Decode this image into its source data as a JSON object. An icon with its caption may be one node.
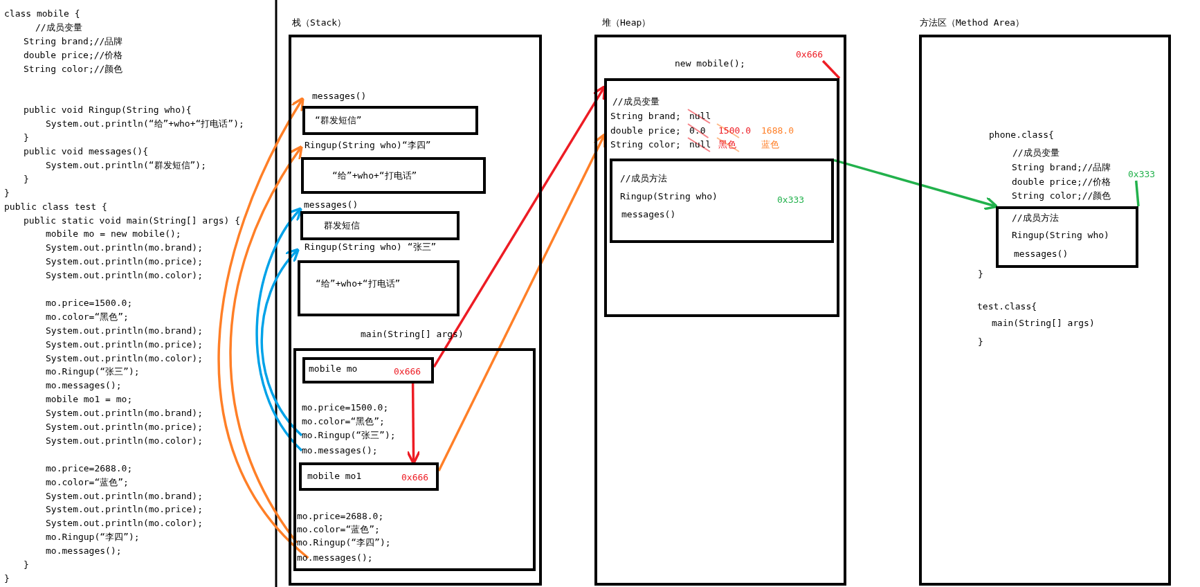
{
  "diagram": {
    "nodes": [
      {
        "text": [
          "栈（Stack）"
        ]
      },
      {
        "text": [
          "messages()",
          "“群发短信”"
        ],
        "in": 0
      },
      {
        "text": [
          "Ringup(String who)“李四”",
          "“给”+who+“打电话”"
        ],
        "in": 0
      },
      {
        "text": [
          "messages()",
          "群发短信"
        ],
        "in": 0
      },
      {
        "text": [
          "Ringup(String who) “张三”",
          "“给”+who+“打电话”"
        ],
        "in": 0
      },
      {
        "text": [
          "main(String[] args)"
        ],
        "in": 0
      },
      {
        "text": [
          "mobile mo",
          "0x666"
        ],
        "in": 5
      },
      {
        "text": [
          "mo.Ringup(“张三”);"
        ],
        "in": 5
      },
      {
        "text": [
          "mo.messages();"
        ],
        "in": 5
      },
      {
        "text": [
          "mobile mo1",
          "0x666"
        ],
        "in": 5
      },
      {
        "text": [
          "mo.Ringup(“李四”);"
        ],
        "in": 5
      },
      {
        "text": [
          "mo.messages();"
        ],
        "in": 5
      },
      {
        "text": [
          "堆（Heap）"
        ]
      },
      {
        "text": [
          "0x666"
        ],
        "in": 12
      },
      {
        "text": [
          "new mobile();",
          "//成员变量",
          "String brand;",
          "double price;",
          "String color;"
        ],
        "in": 12
      },
      {
        "text": [
          "//成员方法",
          "Ringup(String who)",
          "messages()",
          "0x333"
        ],
        "in": 14
      },
      {
        "text": [
          "方法区（Method Area）"
        ]
      },
      {
        "text": [
          "0x333"
        ],
        "in": 16
      },
      {
        "text": [
          "//成员方法",
          "Ringup(String who)",
          "messages()"
        ],
        "in": 16
      }
    ],
    "edges": [
      {
        "from": 6,
        "to": 14,
        "arrow": "to",
        "color": "#ed1c24"
      },
      {
        "from": 6,
        "to": 9,
        "arrow": "to",
        "color": "#ed1c24"
      },
      {
        "from": 9,
        "to": 14,
        "arrow": "to",
        "color": "#ff7f27"
      },
      {
        "from": 13,
        "to": 14,
        "arrow": "none",
        "color": "#ed1c24"
      },
      {
        "from": 15,
        "to": 18,
        "arrow": "to",
        "color": "#22b14c"
      },
      {
        "from": 17,
        "to": 18,
        "arrow": "none",
        "color": "#22b14c"
      },
      {
        "from": 7,
        "to": 4,
        "arrow": "to",
        "color": "#00a2e8"
      },
      {
        "from": 8,
        "to": 3,
        "arrow": "to",
        "color": "#00a2e8"
      },
      {
        "from": 10,
        "to": 2,
        "arrow": "to",
        "color": "#ff7f27"
      },
      {
        "from": 11,
        "to": 1,
        "arrow": "to",
        "color": "#ff7f27"
      }
    ],
    "labels": [
      "class mobile {",
      "//成员变量",
      "String brand;//品牌",
      "double price;//价格",
      "String color;//颜色",
      "public void Ringup(String who){",
      "System.out.println(“给”+who+“打电话”);",
      "}",
      "public void messages(){",
      "System.out.println(“群发短信”);",
      "}",
      "}",
      "public class test {",
      "public static void main(String[] args) {",
      "mobile mo = new mobile();",
      "System.out.println(mo.brand);",
      "System.out.println(mo.price);",
      "System.out.println(mo.color);",
      "mo.price=1500.0;",
      "mo.color=“黑色”;",
      "System.out.println(mo.brand);",
      "System.out.println(mo.price);",
      "System.out.println(mo.color);",
      "mo.Ringup(“张三”);",
      "mo.messages();",
      "mobile mo1 = mo;",
      "System.out.println(mo.brand);",
      "System.out.println(mo.price);",
      "System.out.println(mo.color);",
      "mo.price=2688.0;",
      "mo.color=“蓝色”;",
      "System.out.println(mo.brand);",
      "System.out.println(mo.price);",
      "System.out.println(mo.color);",
      "mo.Ringup(“李四”);",
      "mo.messages();",
      "}",
      "}",
      "mo.price=1500.0;",
      "mo.color=“黑色”;",
      "mo.price=2688.0;",
      "mo.color=“蓝色”;",
      "null",
      "0.0",
      "1500.0",
      "1688.0",
      "null",
      "黑色",
      "蓝色",
      "phone.class{",
      "//成员变量",
      "String brand;//品牌",
      "double price;//价格",
      "String color;//颜色",
      "}",
      "test.class{",
      "main(String[] args)",
      "}"
    ]
  }
}
